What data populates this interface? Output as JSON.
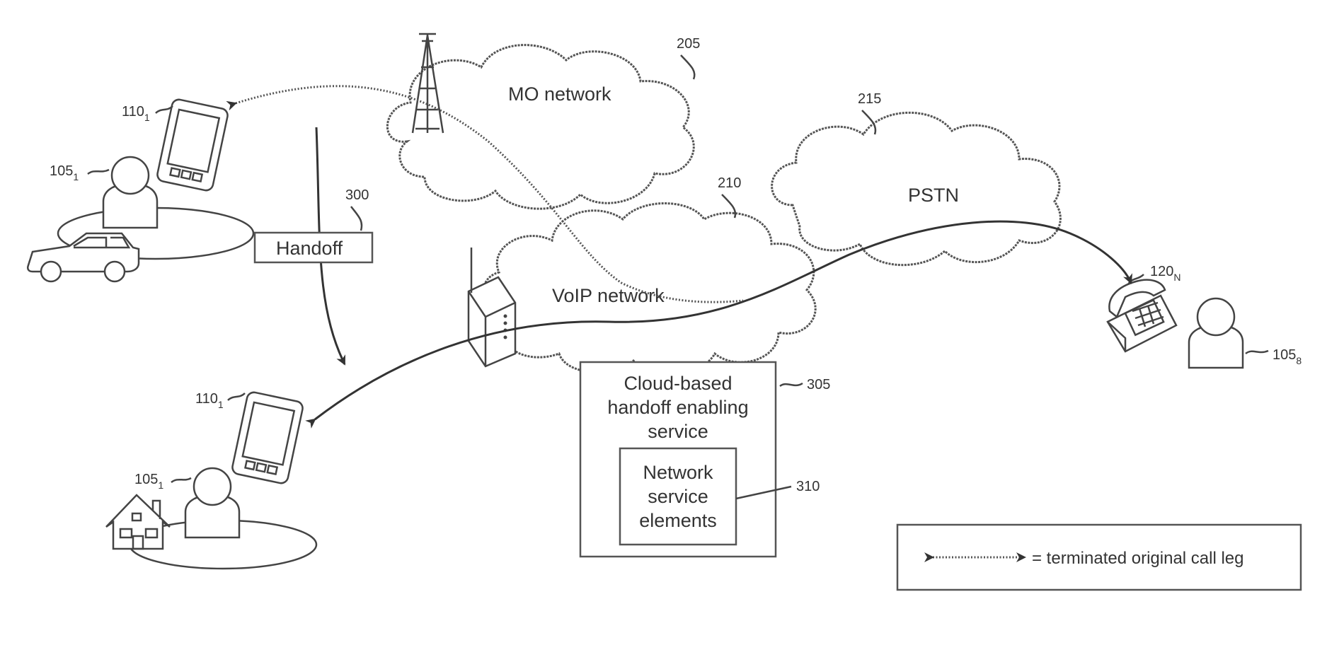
{
  "clouds": {
    "mo_network": "MO network",
    "pstn": "PSTN",
    "voip_network": "VoIP network"
  },
  "refs": {
    "r205": "205",
    "r215": "215",
    "r210": "210",
    "r300": "300",
    "r305": "305",
    "r310": "310"
  },
  "devices": {
    "phone_top": {
      "base": "110",
      "sub": "1"
    },
    "user_top": {
      "base": "105",
      "sub": "1"
    },
    "phone_bottom": {
      "base": "110",
      "sub": "1"
    },
    "user_bottom": {
      "base": "105",
      "sub": "1"
    },
    "landline": {
      "base": "120",
      "sub": "N"
    },
    "user_right": {
      "base": "105",
      "sub": "8"
    }
  },
  "handoff_label": "Handoff",
  "service_box": {
    "line1": "Cloud-based",
    "line2": "handoff enabling",
    "line3": "service"
  },
  "inner_box": {
    "line1": "Network",
    "line2": "service",
    "line3": "elements"
  },
  "legend_text": "= terminated original call leg"
}
